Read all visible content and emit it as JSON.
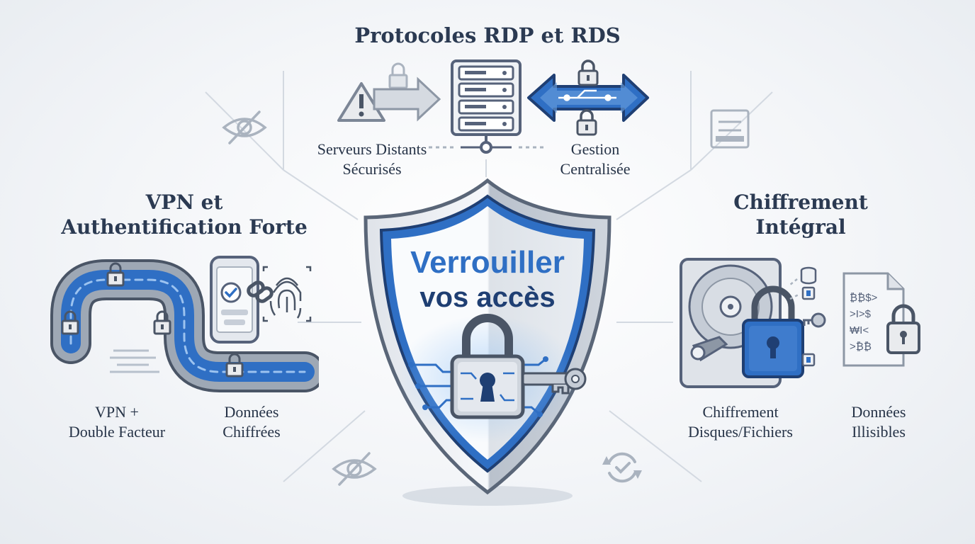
{
  "center": {
    "line1": "Verrouiller",
    "line2": "vos accès"
  },
  "top": {
    "title": "Protocoles RDP et RDS",
    "label_left_1": "Serveurs Distants",
    "label_left_2": "Sécurisés",
    "label_right_1": "Gestion",
    "label_right_2": "Centralisée"
  },
  "left": {
    "title_1": "VPN et",
    "title_2": "Authentification Forte",
    "label_left_1": "VPN +",
    "label_left_2": "Double Facteur",
    "label_right_1": "Données",
    "label_right_2": "Chiffrées"
  },
  "right": {
    "title_1": "Chiffrement",
    "title_2": "Intégral",
    "label_left_1": "Chiffrement",
    "label_left_2": "Disques/Fichiers",
    "label_right_1": "Données",
    "label_right_2": "Illisibles",
    "cipher_lines": [
      "₿₿$>",
      ">I>$",
      "₩I<",
      ">₿₿"
    ]
  },
  "colors": {
    "accent_blue": "#2f6fc4",
    "dark_blue": "#1f3f73",
    "steel": "#8d97a5",
    "text": "#263347"
  },
  "icons": [
    "eye-slash-icon",
    "lock-icon",
    "warning-icon",
    "server-icon",
    "fingerprint-icon",
    "hard-drive-icon",
    "key-icon",
    "refresh-check-icon",
    "document-icon"
  ]
}
